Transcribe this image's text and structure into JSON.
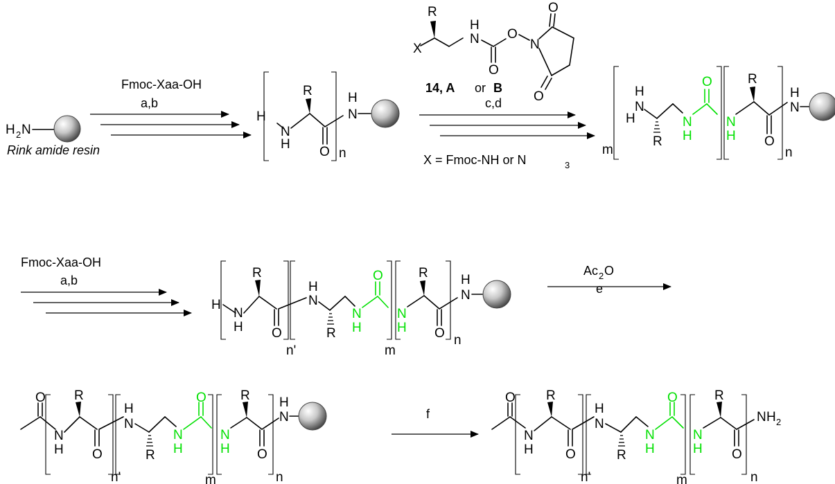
{
  "labels": {
    "atom_H": "H",
    "atom_H2": "H",
    "atom_N": "N",
    "atom_O": "O",
    "atom_R": "R",
    "atom_X": "X",
    "sub_2": "2",
    "sub_3": "3",
    "rep_n": "n",
    "rep_m": "m",
    "rep_nprime": "n'"
  },
  "reagents": {
    "fmoc_xaa": "Fmoc-Xaa-OH",
    "ab": "a,b",
    "cd": "c,d",
    "blocks_bold": "14, A",
    "blocks_or": "or",
    "blocks_b": "B",
    "x_def_prefix": "X = Fmoc-NH or N",
    "ac2o_prefix": "Ac",
    "ac2o_suffix": "O",
    "e": "e",
    "f": "f"
  },
  "captions": {
    "resin": "Rink amide resin"
  },
  "colors": {
    "urea_linker": "#00e000",
    "text": "#000000"
  }
}
